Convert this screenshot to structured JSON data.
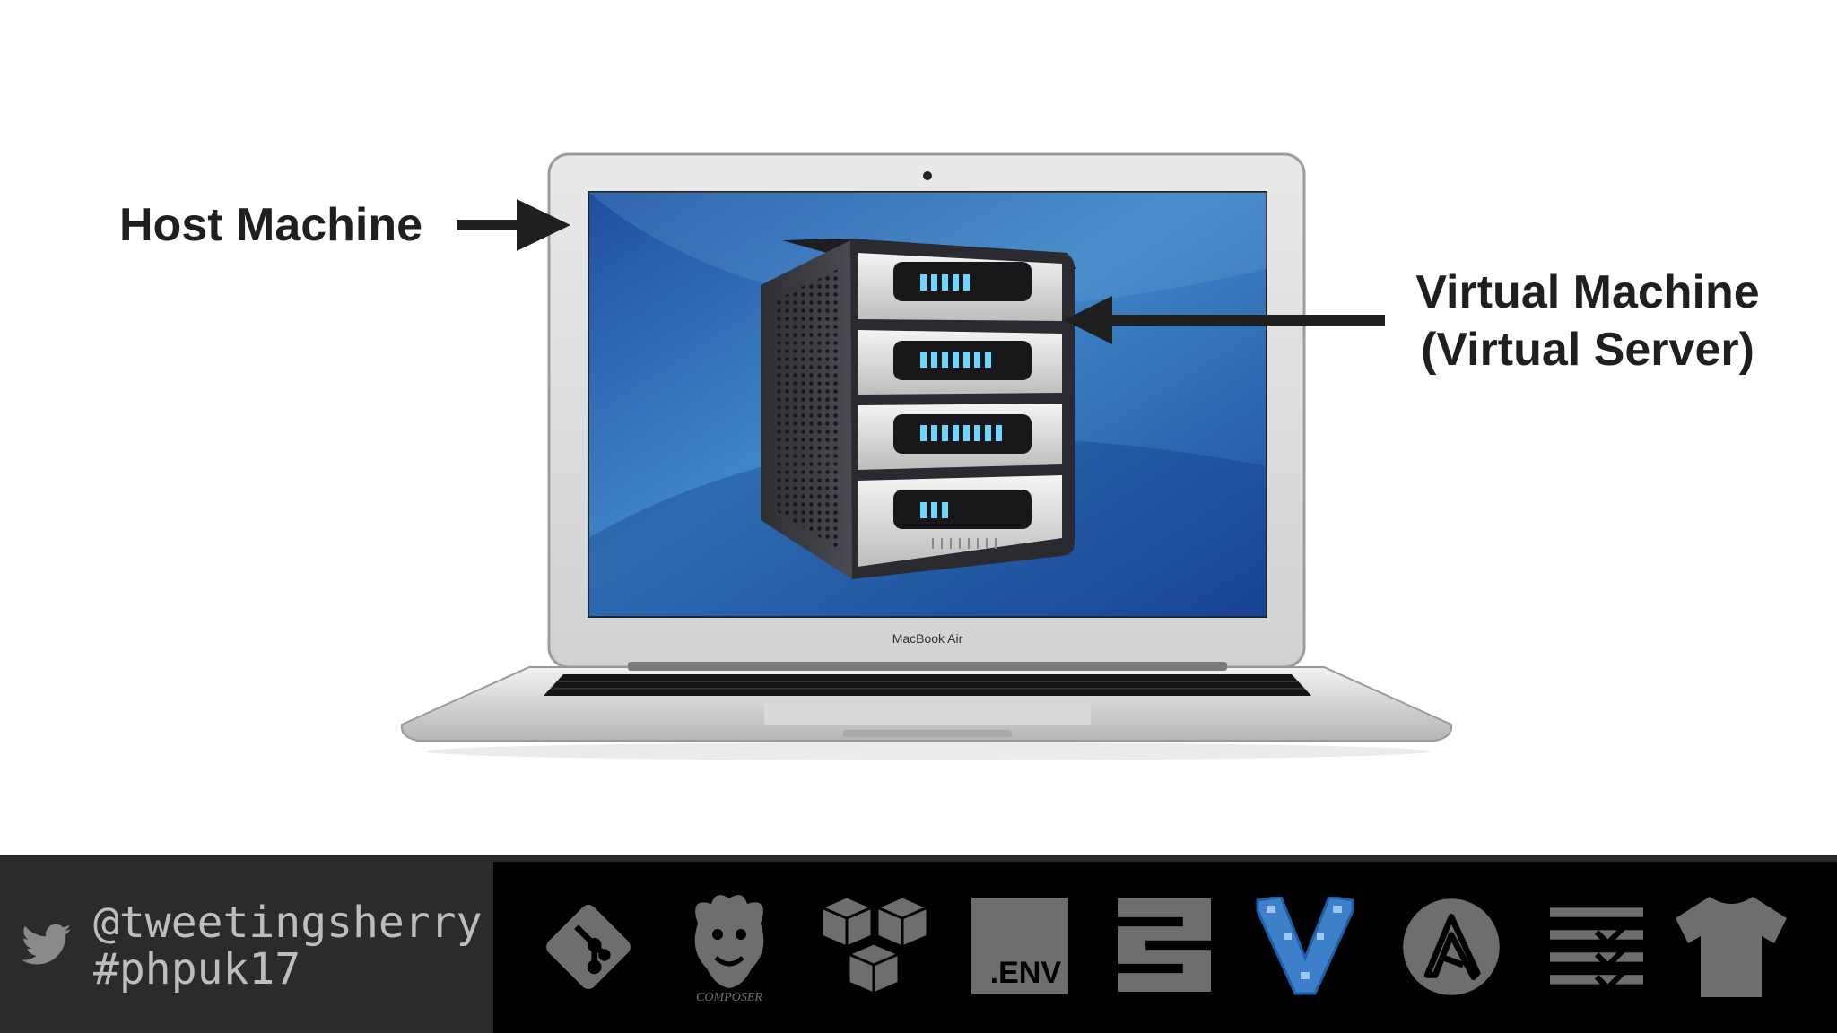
{
  "slide": {
    "host_label": "Host Machine",
    "vm_label_line1": "Virtual Machine",
    "vm_label_line2": "(Virtual Server)",
    "laptop_brand": "MacBook Air"
  },
  "footer": {
    "twitter_handle": "@tweetingsherry",
    "hashtag": "#phpuk17",
    "tool_icons": [
      {
        "name": "git-icon"
      },
      {
        "name": "composer-icon",
        "caption": "COMPOSER"
      },
      {
        "name": "aws-boxes-icon"
      },
      {
        "name": "env-icon",
        "label": ".ENV"
      },
      {
        "name": "zend-expressive-icon"
      },
      {
        "name": "vagrant-icon"
      },
      {
        "name": "ansible-icon"
      },
      {
        "name": "checklist-icon"
      },
      {
        "name": "tshirt-icon"
      }
    ]
  },
  "colors": {
    "footer_bg": "#000000",
    "footer_left_bg": "#2b2b2b",
    "handle_text": "#bdbdbd",
    "icon_gray": "#6e6e6e",
    "vagrant_blue": "#3d7fc8",
    "label_text": "#1f1f1f"
  }
}
